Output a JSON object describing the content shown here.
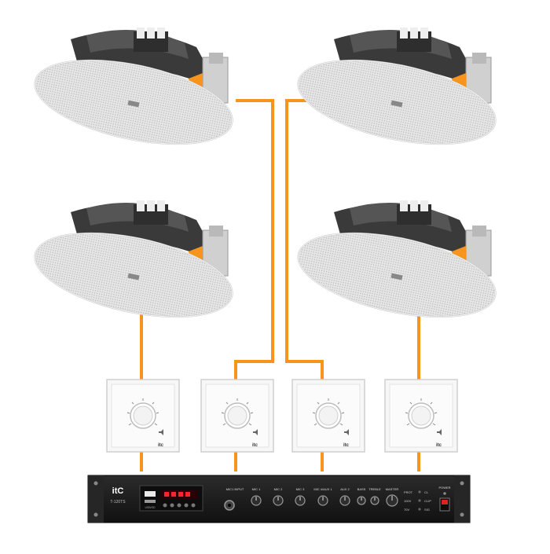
{
  "colors": {
    "cable": "#f7941d",
    "speaker_grille": "#d9d9d9",
    "speaker_body": "#3a3a3a",
    "panel": "#f2f2f2",
    "amp_body": "#1c1c1c",
    "amp_display": "#c0001a"
  },
  "speakers": [
    {
      "name": "speaker-top-left"
    },
    {
      "name": "speaker-top-right"
    },
    {
      "name": "speaker-bottom-left"
    },
    {
      "name": "speaker-bottom-right"
    }
  ],
  "volume_panels": [
    {
      "name": "volume-panel-1",
      "logo": "itc"
    },
    {
      "name": "volume-panel-2",
      "logo": "itc"
    },
    {
      "name": "volume-panel-3",
      "logo": "itc"
    },
    {
      "name": "volume-panel-4",
      "logo": "itc"
    }
  ],
  "amplifier": {
    "brand": "itC",
    "model": "T-120TS",
    "input_labels": [
      "MIC1 INPUT",
      "MIC 1",
      "MIC 2",
      "MIC 3",
      "MIC 4/AUX 1",
      "AUX 2",
      "BASS",
      "TREBLE",
      "MASTER"
    ],
    "indicator_labels": [
      "PROT",
      "100V",
      "70V"
    ],
    "indicator_labels_right": [
      "CL",
      "CLIP",
      "SIG"
    ],
    "power_label": "POWER",
    "usb_label": "USB/SD"
  }
}
